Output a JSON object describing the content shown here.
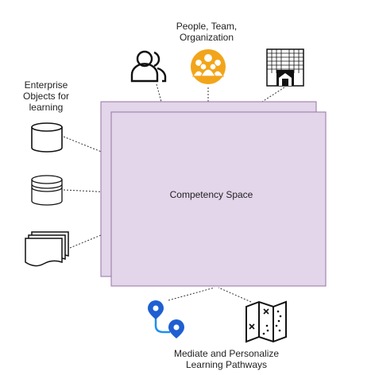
{
  "diagram": {
    "top_label_lines": [
      "People, Team,",
      "Organization"
    ],
    "left_label_lines": [
      "Enterprise",
      "Objects for",
      "learning"
    ],
    "center_label": "Competency Space",
    "bottom_label_lines": [
      "Mediate and Personalize",
      "Learning Pathways"
    ],
    "icons": {
      "people": "people-outline-icon",
      "team": "team-circle-icon",
      "organization": "building-icon",
      "db1": "database-icon",
      "db2": "database-stack-icon",
      "docs": "documents-icon",
      "route": "route-pins-icon",
      "map": "treasure-map-icon"
    },
    "colors": {
      "panel_fill": "#e3d5ea",
      "panel_stroke": "#9673a6",
      "team_fill": "#f2a51a",
      "route_blue": "#1f5fd1",
      "line": "#333333"
    }
  }
}
